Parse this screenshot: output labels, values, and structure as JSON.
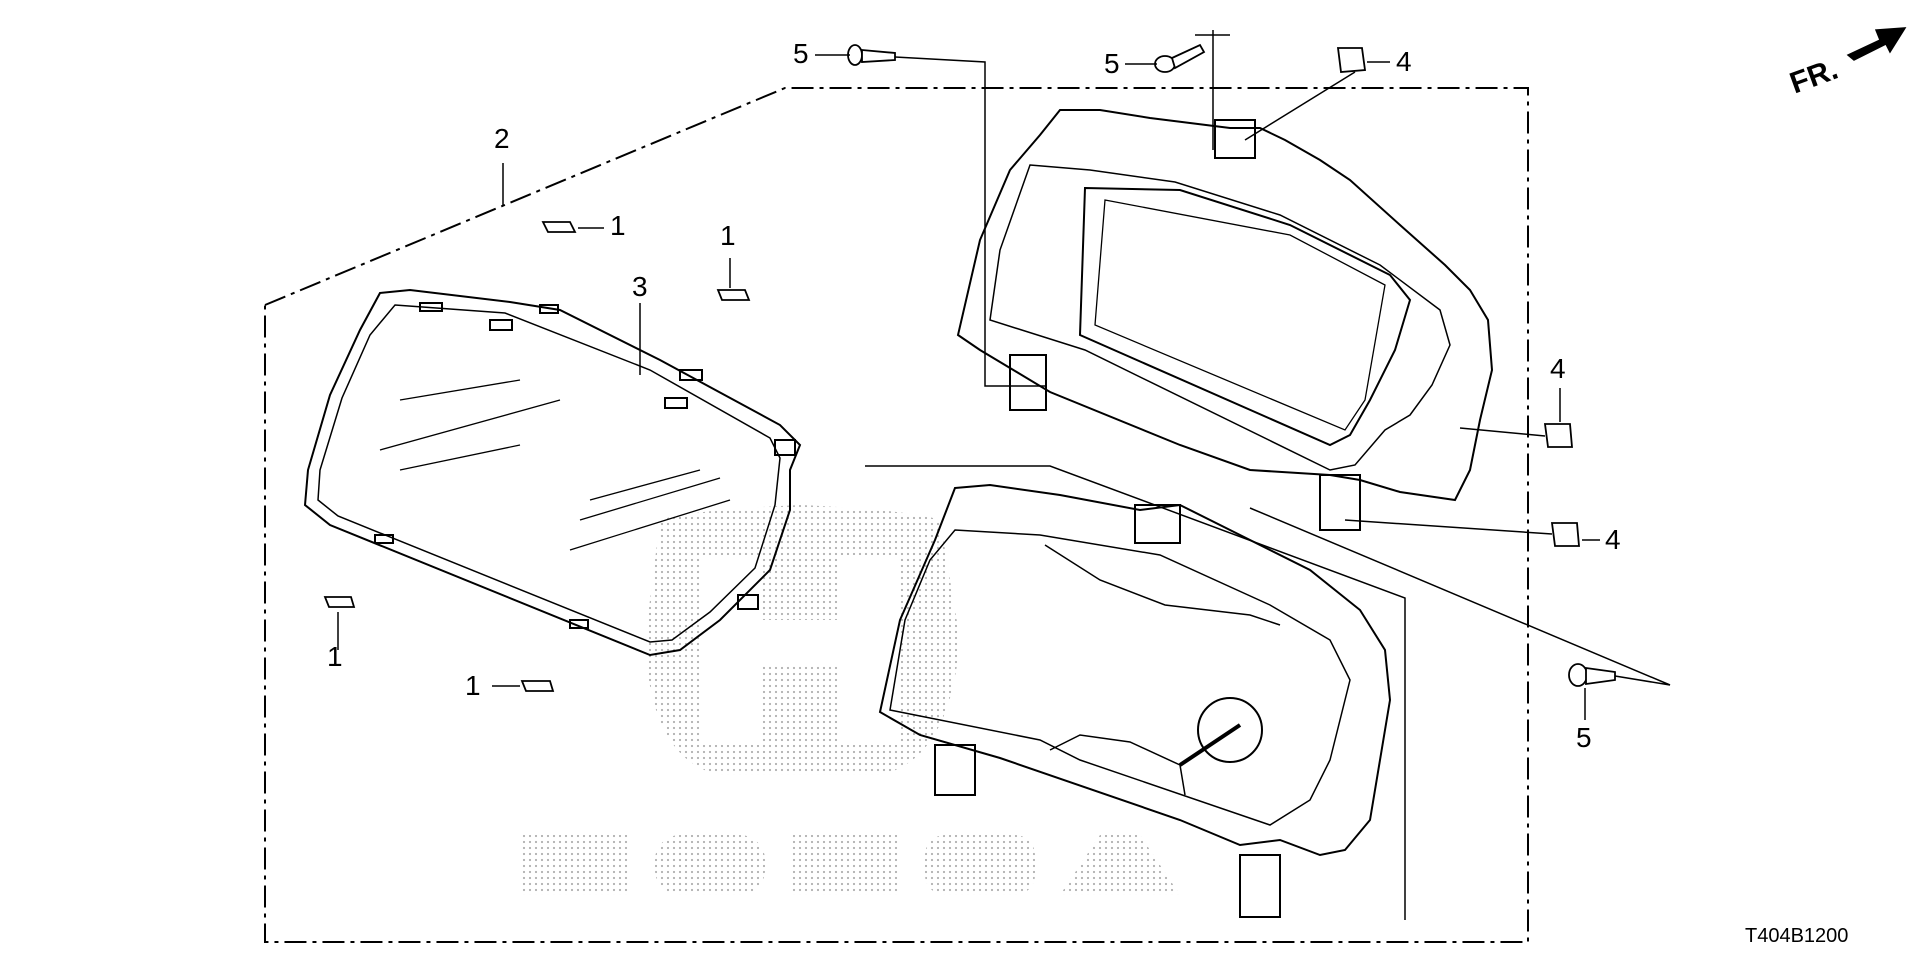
{
  "diagram": {
    "direction_label": "FR.",
    "diagram_code": "T404B1200",
    "brand_watermark": "HONDA",
    "callouts": {
      "c1a": "1",
      "c1b": "1",
      "c1c": "1",
      "c1d": "1",
      "c2": "2",
      "c3": "3",
      "c4a": "4",
      "c4b": "4",
      "c4c": "4",
      "c5a": "5",
      "c5b": "5",
      "c5c": "5"
    }
  },
  "colors": {
    "line": "#000000",
    "watermark": "#bbbbbb",
    "background": "#ffffff"
  }
}
